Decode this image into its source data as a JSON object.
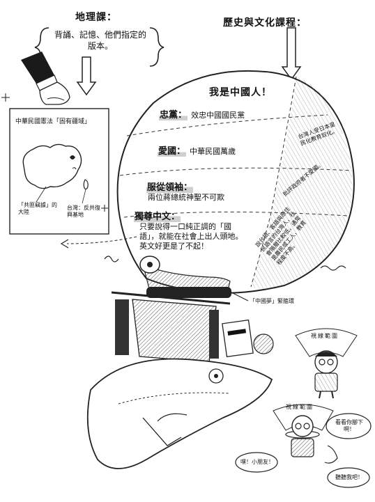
{
  "labels": {
    "geo_title": "地理課：",
    "geo_caption": "背誦、記憶、他們指定的版本。",
    "history_title": "歷史與文化課程：",
    "doc_title": "中華民國憲法「固有疆域」",
    "doc_mainland": "「共匪竊據」的大陸",
    "doc_taiwan": "台灣：反共復興基地",
    "balloon_top": "我是中國人！",
    "loyalty_head": "忠黨：",
    "loyalty_text": "效忠中國國民黨",
    "love_head": "愛國：",
    "love_text": "中華民國萬歲",
    "leader_head": "服從領袖：",
    "leader_text": "兩位蔣總統神聖不可欺",
    "chinese_head": "獨尊中文：",
    "chinese_text": "只要說得一口純正調的「國語」，就能在社會上出人頭地。英文好更是了不起！",
    "side_1": "台灣人受日本皇民化教育奴化。",
    "side_2": "批評政府者不愛國。",
    "side_3": "說台語、客語與原住民語言的台灣人，社會階層比較低，通常是農民或工人，教育程度不高。",
    "china_dream": "「中國夢」緊箍環",
    "vision_1": "視線範圍",
    "vision_2": "視線範圍",
    "bubble_look": "看看你腳下啊！",
    "bubble_hey": "嘿！小朋友！",
    "bubble_listen": "聽聽我吧！"
  }
}
